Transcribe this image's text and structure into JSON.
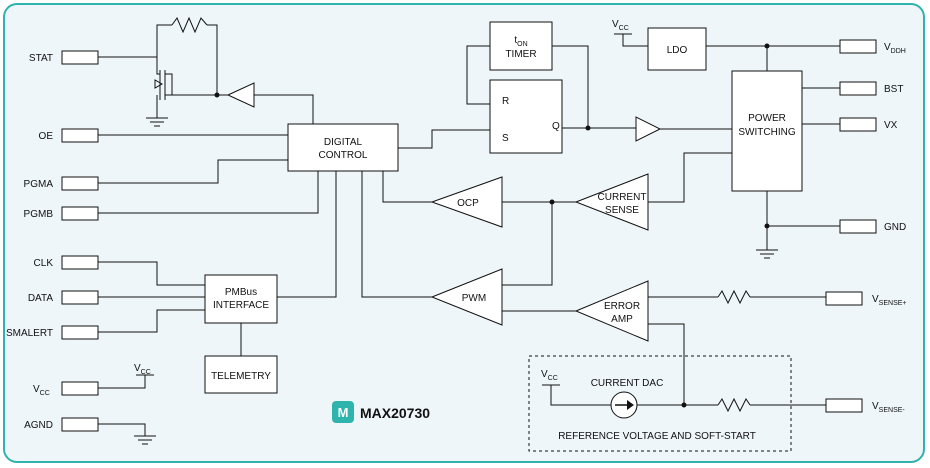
{
  "pins_left": {
    "stat": "STAT",
    "oe": "OE",
    "pgma": "PGMA",
    "pgmb": "PGMB",
    "clk": "CLK",
    "data": "DATA",
    "smalert": "SMALERT",
    "vcc": "V",
    "vcc_sub": "CC",
    "agnd": "AGND"
  },
  "pins_right": {
    "vddh": "V",
    "vddh_sub": "DDH",
    "bst": "BST",
    "vx": "VX",
    "gnd": "GND",
    "vsense_plus": "V",
    "vsense_plus_sub": "SENSE+",
    "vsense_minus": "V",
    "vsense_minus_sub": "SENSE-"
  },
  "blocks": {
    "digital_control_1": "DIGITAL",
    "digital_control_2": "CONTROL",
    "ton_timer_1": "t",
    "ton_timer_1_sub": "ON",
    "ton_timer_2": "TIMER",
    "sr_r": "R",
    "sr_s": "S",
    "sr_q": "Q",
    "ldo": "LDO",
    "power_switching_1": "POWER",
    "power_switching_2": "SWITCHING",
    "ocp": "OCP",
    "current_sense_1": "CURRENT",
    "current_sense_2": "SENSE",
    "pwm": "PWM",
    "error_amp_1": "ERROR",
    "error_amp_2": "AMP",
    "pmbus_1": "PMBus",
    "pmbus_2": "INTERFACE",
    "telemetry": "TELEMETRY",
    "current_dac": "CURRENT DAC",
    "ref_voltage": "REFERENCE VOLTAGE AND SOFT-START"
  },
  "supply_labels": {
    "v": "V",
    "cc": "CC"
  },
  "brand": {
    "logo_letter": "M",
    "part_number": "MAX20730",
    "accent": "#2fb3ad",
    "background": "#eef6f9"
  }
}
